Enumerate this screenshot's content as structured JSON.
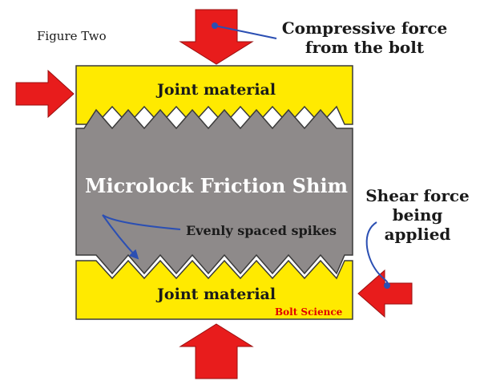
{
  "figure_label": "Figure Two",
  "top_block": {
    "label": "Joint material"
  },
  "bottom_block": {
    "label": "Joint material"
  },
  "shim": {
    "label": "Microlock Friction Shim"
  },
  "annotations": {
    "compressive_line1": "Compressive force",
    "compressive_line2": "from the bolt",
    "shear_line1": "Shear force",
    "shear_line2": "being",
    "shear_line3": "applied",
    "spikes": "Evenly spaced spikes"
  },
  "watermark": "Bolt Science",
  "colors": {
    "joint_fill": "#ffea00",
    "shim_fill": "#8e8a8a",
    "outline": "#3a3a3a",
    "arrow_fill": "#e81c1c",
    "pointer_line": "#2b4fb3",
    "watermark": "#e00000"
  },
  "icons": {
    "arrow": "red-force-arrow",
    "pointer": "blue-curved-pointer"
  }
}
